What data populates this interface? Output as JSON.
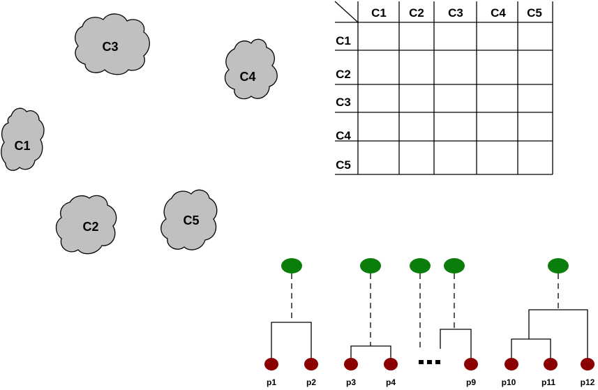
{
  "clusters": [
    {
      "id": "c1",
      "label": "C1"
    },
    {
      "id": "c2",
      "label": "C2"
    },
    {
      "id": "c3",
      "label": "C3"
    },
    {
      "id": "c4",
      "label": "C4"
    },
    {
      "id": "c5",
      "label": "C5"
    }
  ],
  "matrix": {
    "col_headers": [
      "C1",
      "C2",
      "C3",
      "C4",
      "C5"
    ],
    "row_headers": [
      "C1",
      "C2",
      "C3",
      "C4",
      "C5"
    ]
  },
  "dendrogram": {
    "leaves": [
      "p1",
      "p2",
      "p3",
      "p4",
      "p9",
      "p10",
      "p11",
      "p12"
    ],
    "ellipsis": "..."
  },
  "colors": {
    "blob_fill": "#c0c0c0",
    "root_node": "#0a7d0a",
    "leaf_node": "#8b0000",
    "line": "#000000"
  }
}
